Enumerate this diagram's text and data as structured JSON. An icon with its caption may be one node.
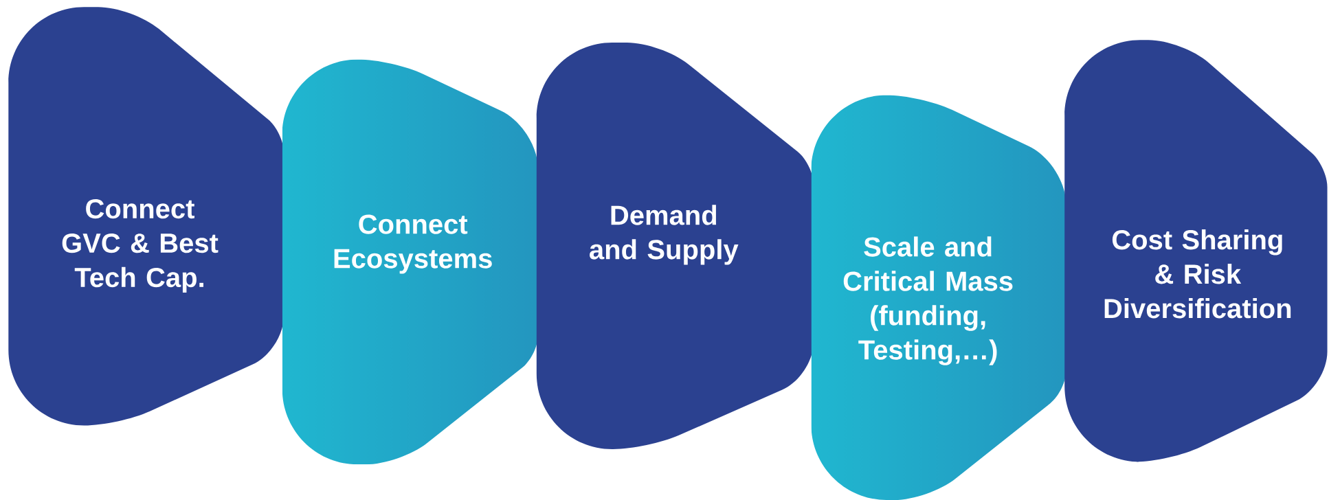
{
  "diagram": {
    "nodes": [
      {
        "text": [
          "Connect GVC & Best Tech Cap."
        ]
      },
      {
        "text": [
          "Connect Ecosystems"
        ]
      },
      {
        "text": [
          "Demand and Supply"
        ]
      },
      {
        "text": [
          "Scale and Critical Mass (funding, Testing,…)"
        ]
      },
      {
        "text": [
          "Cost Sharing & Risk Diversification"
        ]
      }
    ]
  }
}
